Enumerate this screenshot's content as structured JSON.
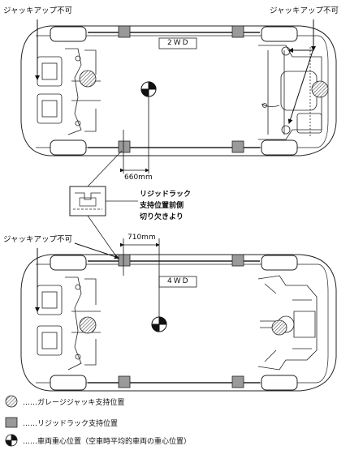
{
  "labels": {
    "jack_warning_top_left": "ジャッキアップ不可",
    "jack_warning_top_right": "ジャッキアップ不可",
    "jack_warning_mid_left": "ジャッキアップ不可",
    "drive_2wd": "2WD",
    "drive_4wd": "4WD",
    "dim_660": "660mm",
    "dim_710": "710mm",
    "rigid_rack_note_line1": "リジッドラック",
    "rigid_rack_note_line2": "支持位置前側",
    "rigid_rack_note_line3": "切り欠きより"
  },
  "legend": [
    {
      "symbol": "garage-jack-symbol",
      "text": "……ガレージジャッキ支持位置"
    },
    {
      "symbol": "rigid-rack-symbol",
      "text": "……リジッドラック支持位置"
    },
    {
      "symbol": "center-of-gravity-symbol",
      "text": "……車両重心位置（空車時平均的車両の重心位置）"
    }
  ],
  "colors": {
    "line": "#222222",
    "rack_fill": "#9a9a9a",
    "jack_hatch": "#555555"
  }
}
